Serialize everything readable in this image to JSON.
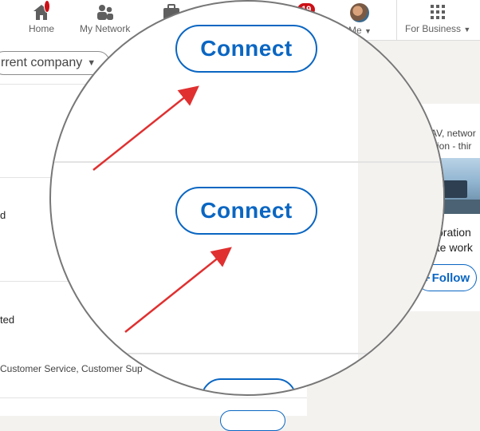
{
  "nav": {
    "home_label": "Home",
    "network_label": "My Network",
    "notifications_count": "19",
    "me_label": "Me",
    "business_label": "For Business"
  },
  "filter": {
    "label": "rrent company"
  },
  "list": {
    "frag_row2": "d",
    "frag_row3": "ted",
    "frag_row3_sub": "Customer Service, Customer Sup"
  },
  "connect": {
    "button1_label": "Connect",
    "button2_label": "Connect"
  },
  "side": {
    "line1": "AV, networ",
    "line2": "ation - thir",
    "line3": "oration",
    "line4": "ate work",
    "follow_label": "Follow",
    "follow_icon": "+"
  },
  "colors": {
    "brand_blue": "#0a66c2",
    "badge_red": "#cc1016",
    "arrow_red": "#e03030"
  }
}
